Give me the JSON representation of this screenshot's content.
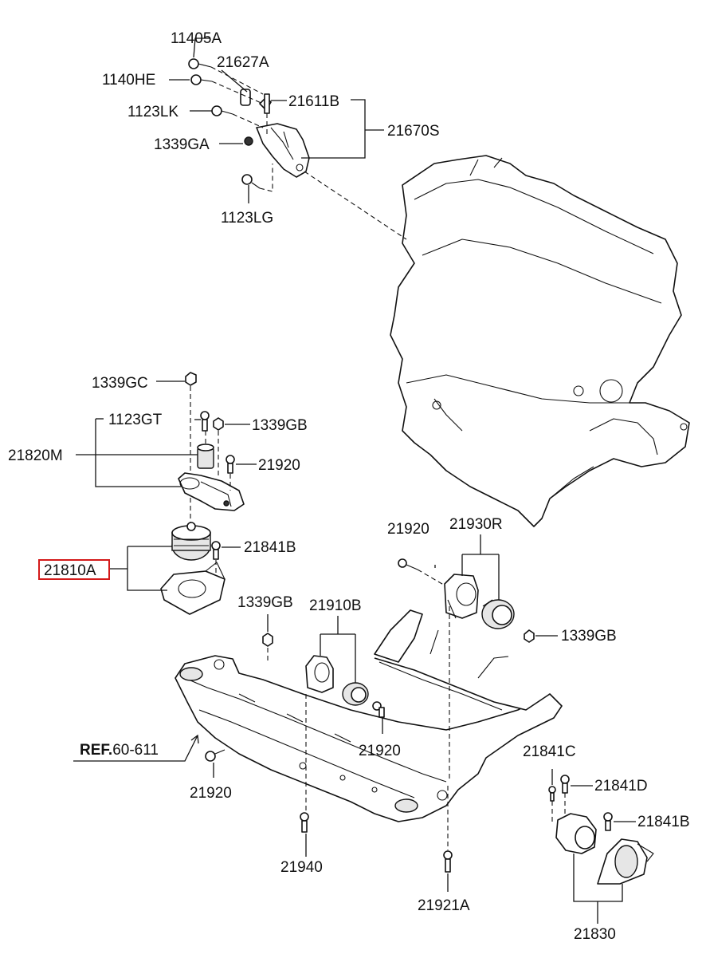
{
  "labels": {
    "l11405A": "11405A",
    "l1140HE": "1140HE",
    "l21627A": "21627A",
    "l21611B": "21611B",
    "l1123LK": "1123LK",
    "l21670S": "21670S",
    "l1339GA": "1339GA",
    "l1123LG": "1123LG",
    "l1339GC": "1339GC",
    "l1123GT": "1123GT",
    "l1339GB_a": "1339GB",
    "l21820M": "21820M",
    "l21920_a": "21920",
    "l21841B_a": "21841B",
    "l21810A": "21810A",
    "l21920_b": "21920",
    "l21930R": "21930R",
    "l1339GB_b": "1339GB",
    "l1339GB_c": "1339GB",
    "l21910B": "21910B",
    "l21920_c": "21920",
    "ref_bold": "REF.",
    "ref_num": "60-611",
    "l21920_d": "21920",
    "l21841C": "21841C",
    "l21841D": "21841D",
    "l21841B_b": "21841B",
    "l21940": "21940",
    "l21921A": "21921A",
    "l21830": "21830"
  },
  "highlight_color": "#d41a1a"
}
